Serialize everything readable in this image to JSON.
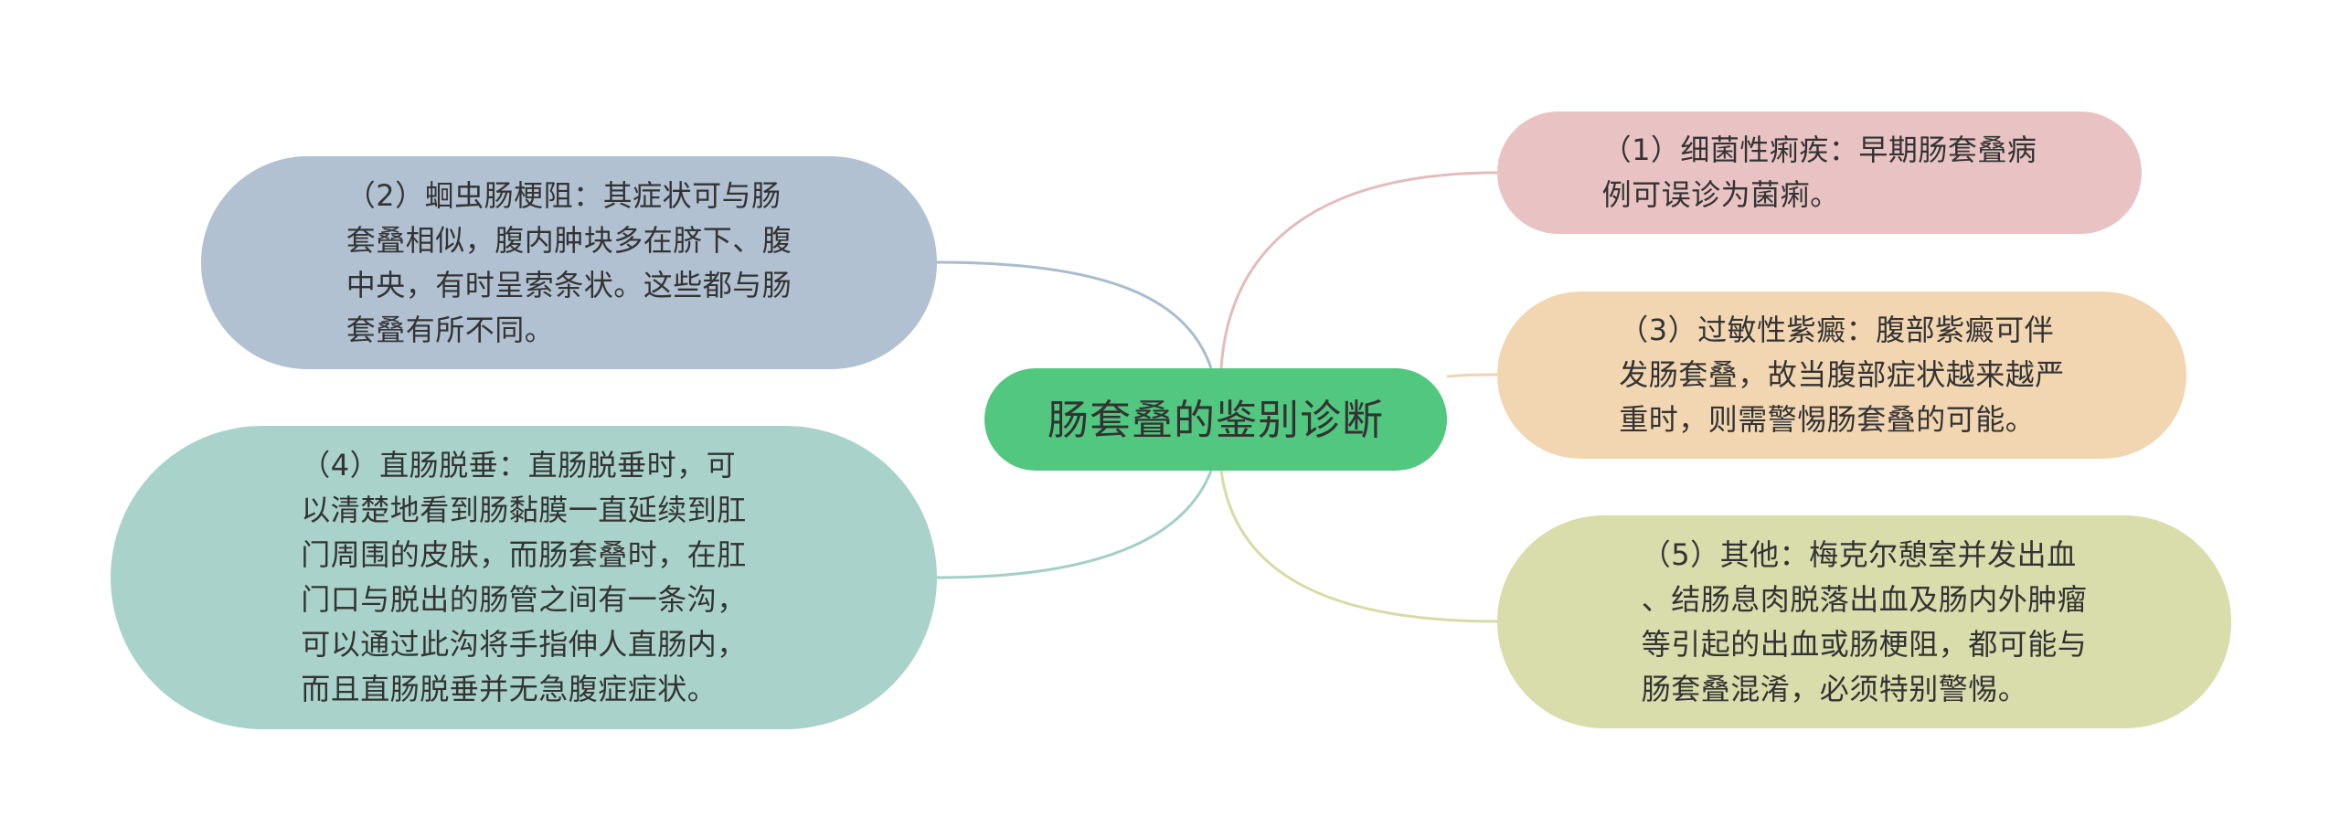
{
  "center": {
    "label": "肠套叠的鉴别诊断",
    "color": "#52c77f"
  },
  "branches": [
    {
      "id": "n1",
      "text": "（1）细菌性痢疾：早期肠套叠病\n例可误诊为菌痢。",
      "fill": "#e9c3c3",
      "line_color": "#e3bcbc"
    },
    {
      "id": "n2",
      "text": "（2）蛔虫肠梗阻：其症状可与肠\n套叠相似，腹内肿块多在脐下、腹\n中央，有时呈索条状。这些都与肠\n套叠有所不同。",
      "fill": "#b1c1d2",
      "line_color": "#a9bccf"
    },
    {
      "id": "n3",
      "text": "（3）过敏性紫癜：腹部紫癜可伴\n发肠套叠，故当腹部症状越来越严\n重时，则需警惕肠套叠的可能。",
      "fill": "#f2d6b2",
      "line_color": "#f0d3af"
    },
    {
      "id": "n4",
      "text": "（4）直肠脱垂：直肠脱垂时，可\n以清楚地看到肠黏膜一直延续到肛\n门周围的皮肤，而肠套叠时，在肛\n门口与脱出的肠管之间有一条沟，\n可以通过此沟将手指伸人直肠内，\n而且直肠脱垂并无急腹症症状。",
      "fill": "#a9d3ca",
      "line_color": "#a3cfc5"
    },
    {
      "id": "n5",
      "text": "（5）其他：梅克尔憩室并发出血\n、结肠息肉脱落出血及肠内外肿瘤\n等引起的出血或肠梗阻，都可能与\n肠套叠混淆，必须特别警惕。",
      "fill": "#d9dcab",
      "line_color": "#d7dba6"
    }
  ]
}
